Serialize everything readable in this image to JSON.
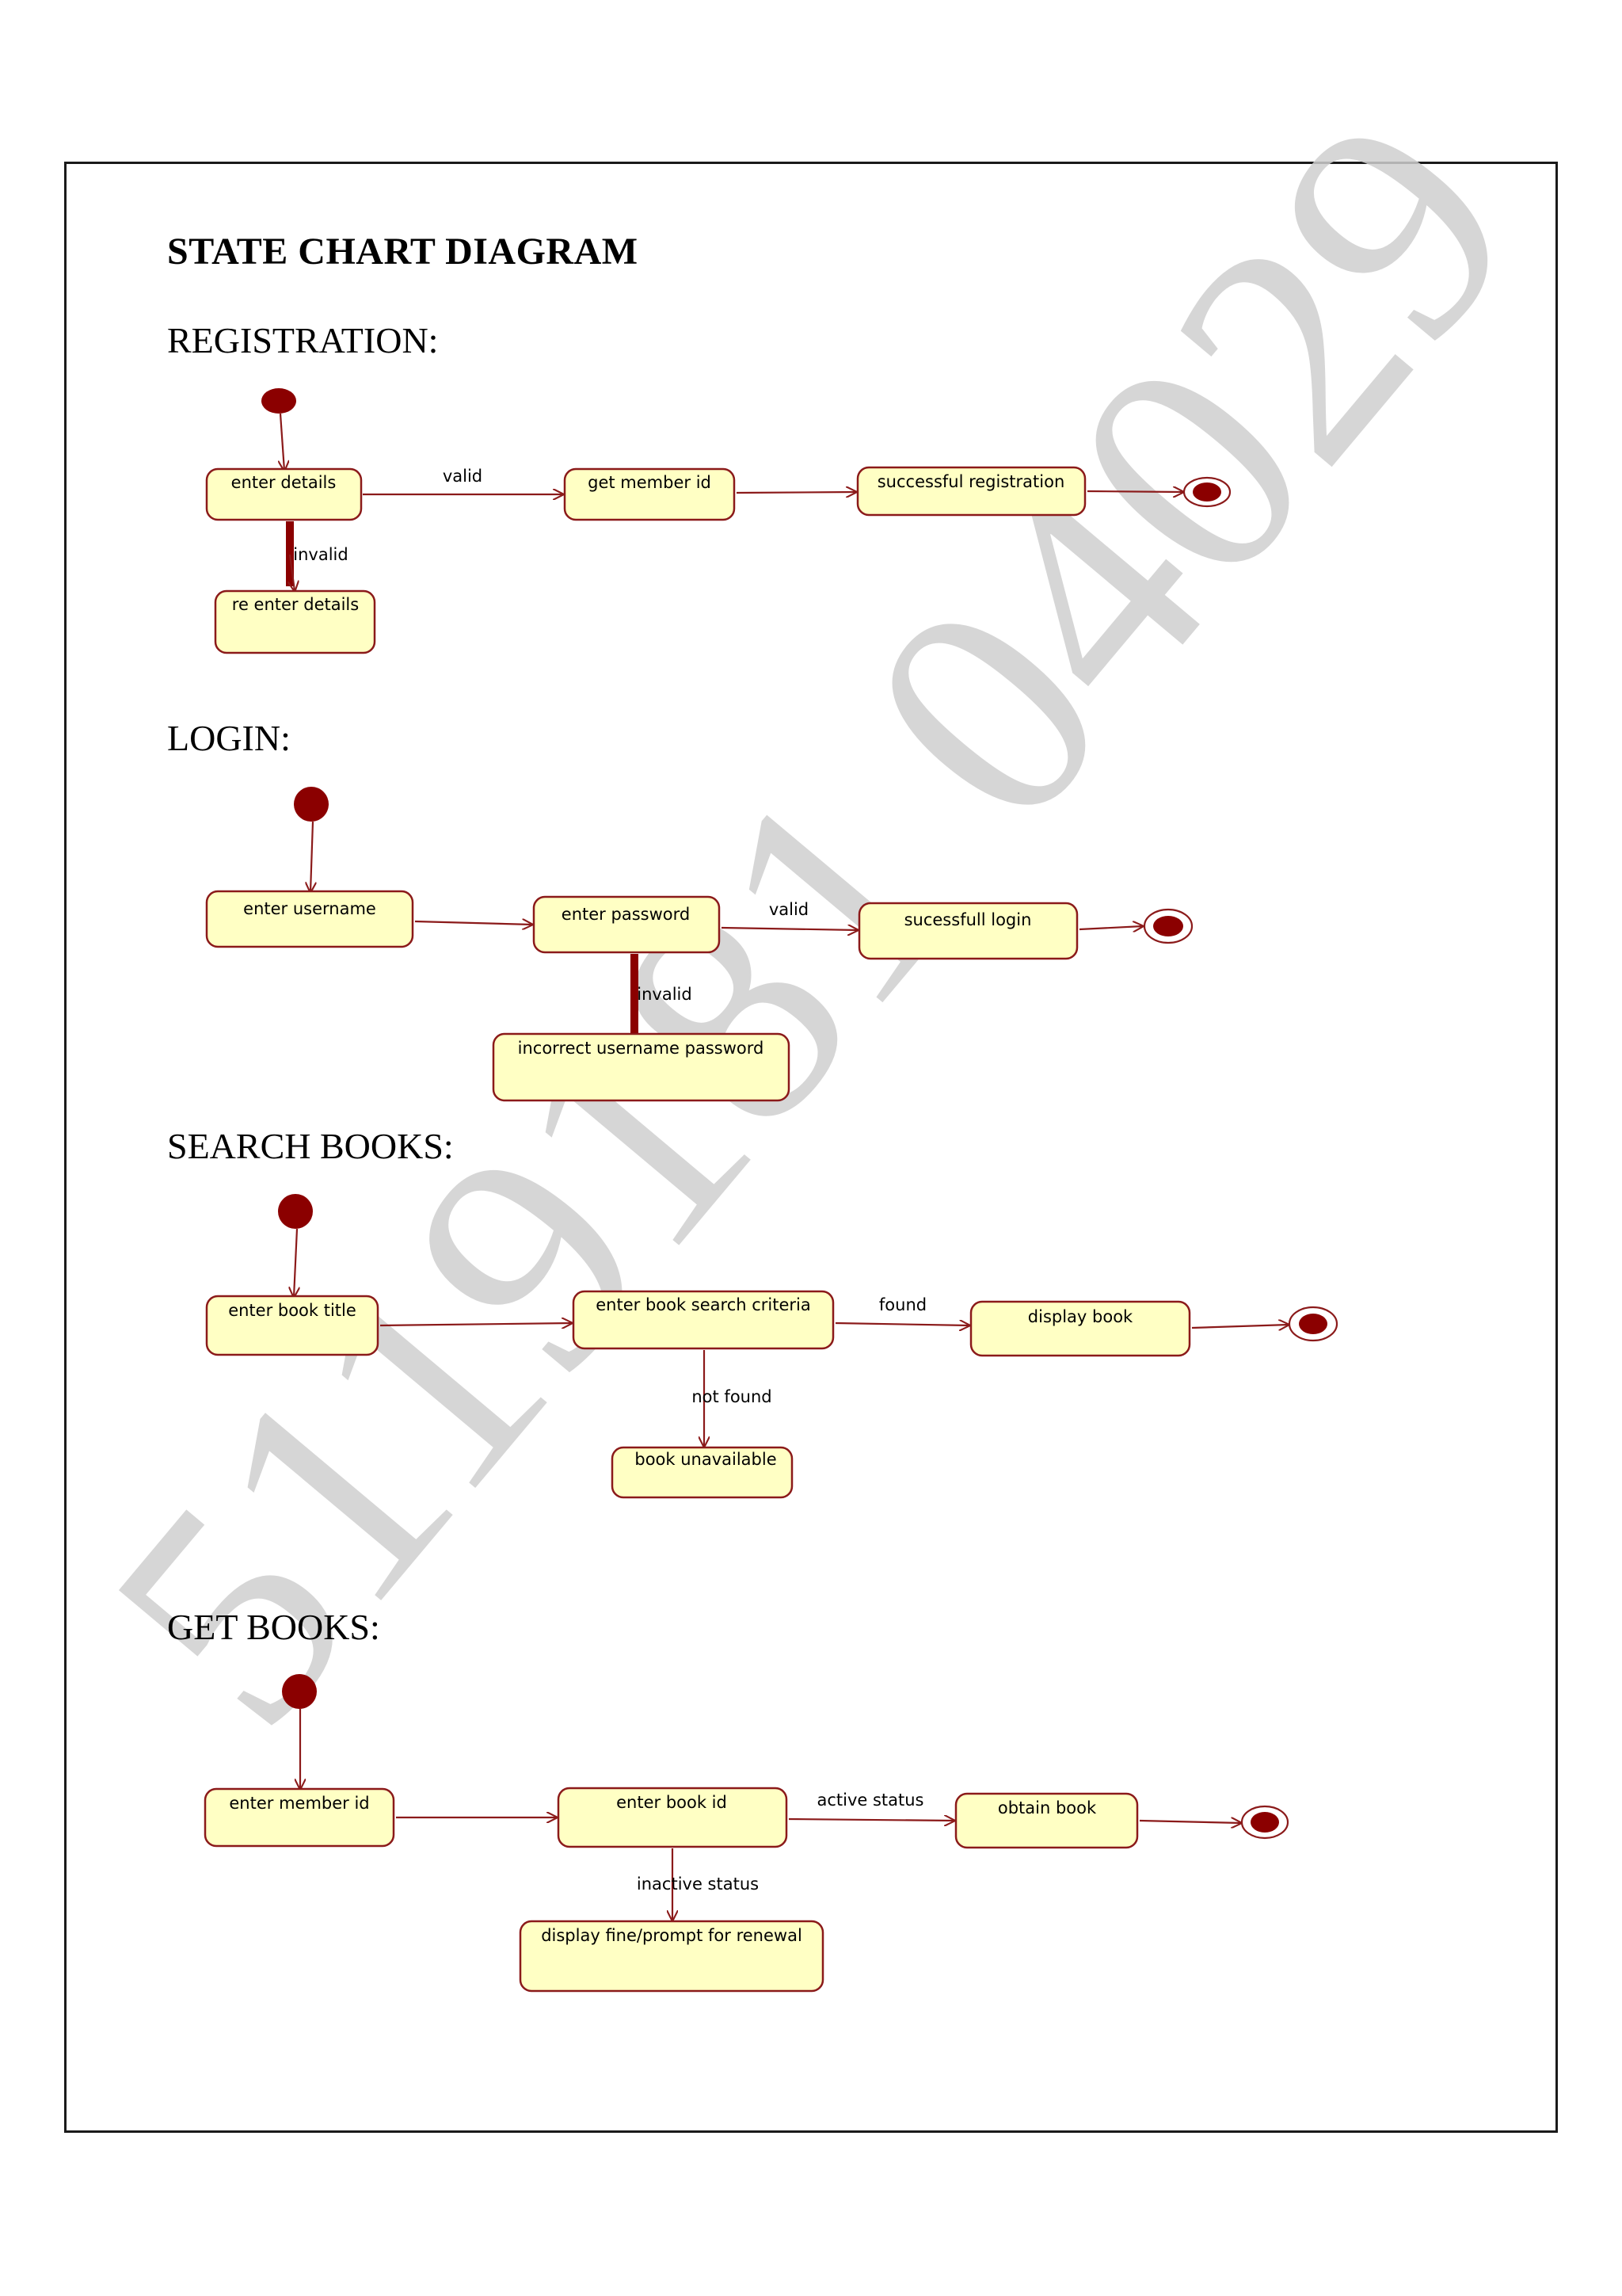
{
  "document": {
    "title": "STATE CHART DIAGRAM",
    "watermark": "5119181 04029"
  },
  "sections": {
    "registration": {
      "heading": "REGISTRATION:",
      "states": [
        "enter details",
        "get member id",
        "successful registration",
        "re enter details"
      ],
      "transitions": {
        "valid": "valid",
        "invalid": "invalid"
      }
    },
    "login": {
      "heading": "LOGIN:",
      "states": [
        "enter username",
        "enter password",
        "sucessfull login",
        "incorrect username password"
      ],
      "transitions": {
        "valid": "valid",
        "invalid": "invalid"
      }
    },
    "search": {
      "heading": "SEARCH BOOKS:",
      "states": [
        "enter book title",
        "enter book search criteria",
        "display book",
        "book unavailable"
      ],
      "transitions": {
        "found": "found",
        "not_found": "not found"
      }
    },
    "get": {
      "heading": "GET BOOKS:",
      "states": [
        "enter member id",
        "enter book id",
        "obtain book",
        "display fine/prompt for renewal"
      ],
      "transitions": {
        "active": "active status",
        "inactive": "inactive status"
      }
    }
  }
}
